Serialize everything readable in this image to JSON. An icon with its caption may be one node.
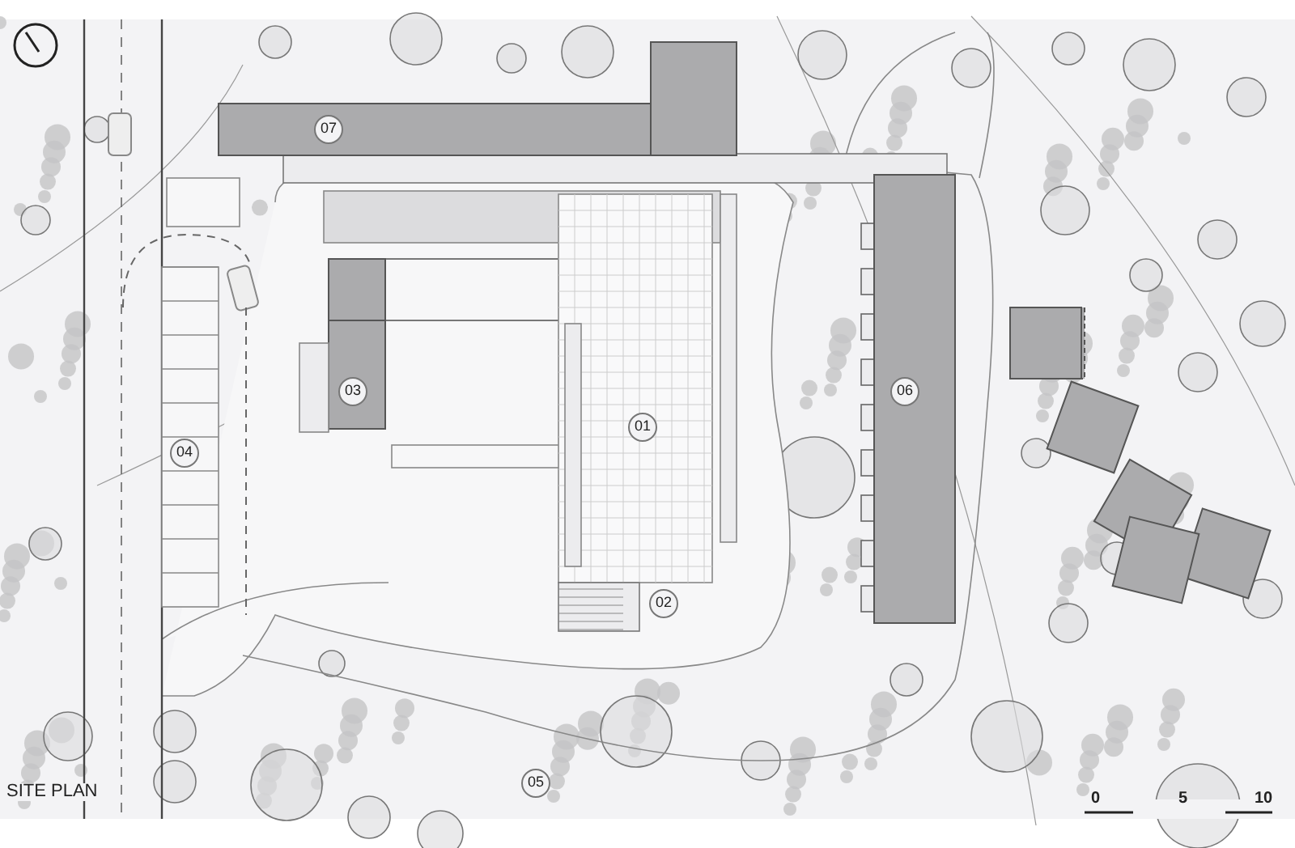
{
  "diagram": {
    "nodes": [
      {
        "text": [
          "07"
        ]
      },
      {
        "text": [
          "03"
        ]
      },
      {
        "text": [
          "06"
        ]
      },
      {
        "text": [
          "01"
        ]
      },
      {
        "text": [
          "04"
        ]
      },
      {
        "text": [
          "02"
        ]
      },
      {
        "text": [
          "05"
        ]
      }
    ],
    "labels": [
      "SITE PLAN",
      "0",
      "5",
      "10"
    ]
  }
}
